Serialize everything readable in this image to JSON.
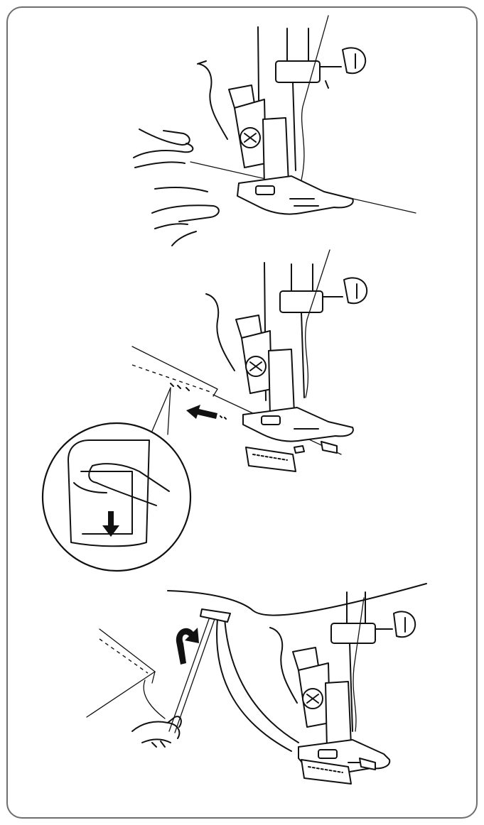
{
  "figure": {
    "panels": [
      {
        "id": "place-fabric"
      },
      {
        "id": "reverse-stitch"
      },
      {
        "id": "cut-thread"
      }
    ],
    "icons": [
      "hand-icon",
      "presser-foot-icon",
      "needle-icon",
      "arrow-left-icon",
      "arrow-down-icon",
      "curved-arrow-icon",
      "thread-cutter-icon"
    ],
    "colors": {
      "line": "#111111",
      "frame": "#6f6f6f",
      "background": "#ffffff"
    }
  }
}
